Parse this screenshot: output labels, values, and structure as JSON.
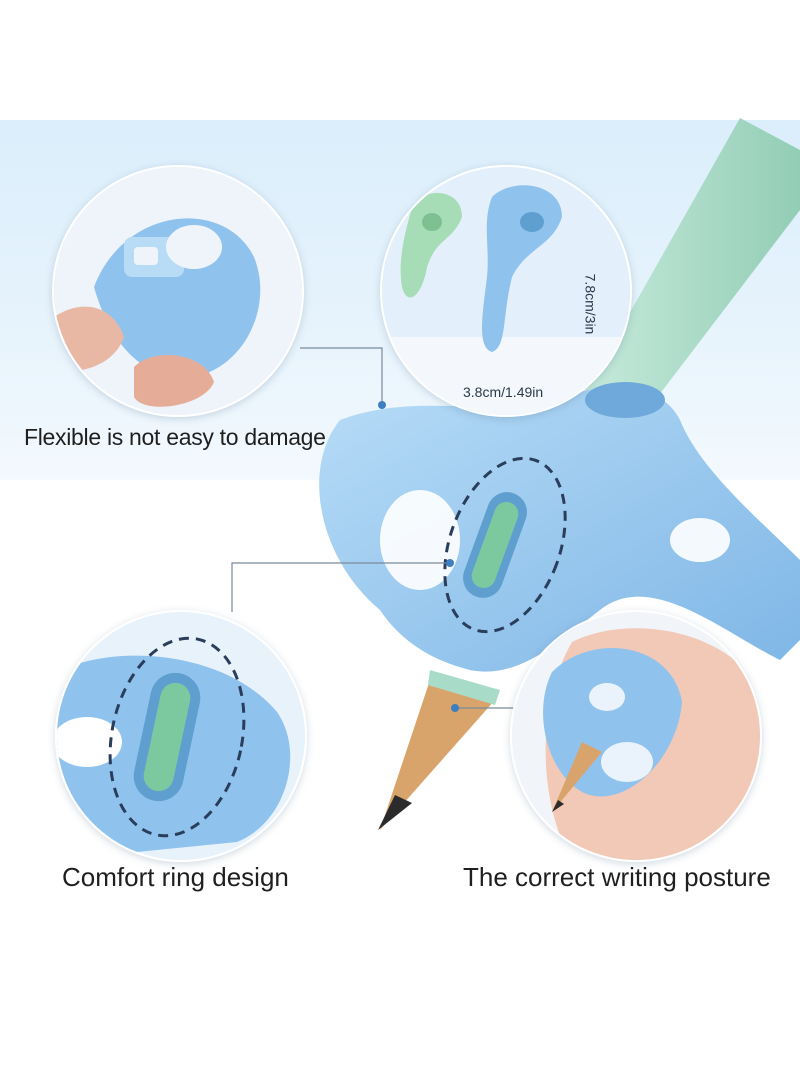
{
  "captions": {
    "flexible": "Flexible is not easy to damage",
    "comfort": "Comfort ring design",
    "posture": "The correct writing posture"
  },
  "dimensions": {
    "width_label": "3.8cm/1.49in",
    "height_label": "7.8cm/3in"
  },
  "colors": {
    "grip_blue": "#8fc3ee",
    "pencil_green": "#a9dcc8",
    "background_band": "#dbeefb"
  }
}
